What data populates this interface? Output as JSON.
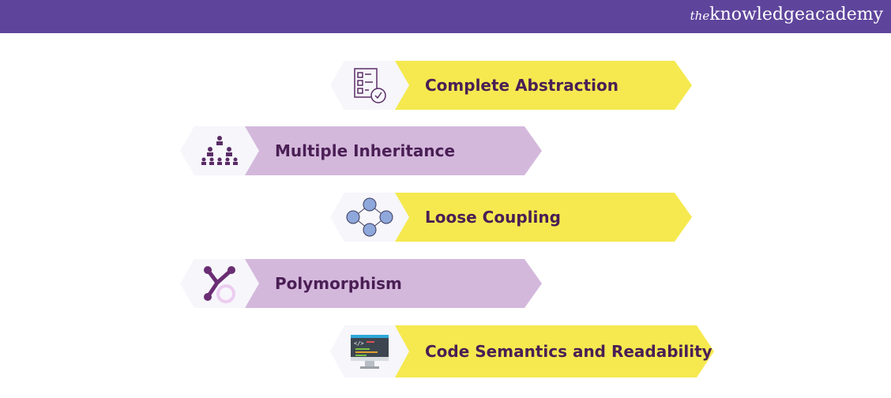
{
  "brand": {
    "prefix": "the",
    "name": "knowledgeacademy"
  },
  "items": [
    {
      "label": "Complete Abstraction",
      "icon": "checklist-icon",
      "color": "#f5e94f"
    },
    {
      "label": "Multiple Inheritance",
      "icon": "hierarchy-icon",
      "color": "#d4b8dc"
    },
    {
      "label": "Loose Coupling",
      "icon": "network-icon",
      "color": "#f5e94f"
    },
    {
      "label": "Polymorphism",
      "icon": "polymorphism-icon",
      "color": "#d4b8dc"
    },
    {
      "label": "Code Semantics and Readability",
      "icon": "code-monitor-icon",
      "color": "#f5e94f"
    }
  ]
}
